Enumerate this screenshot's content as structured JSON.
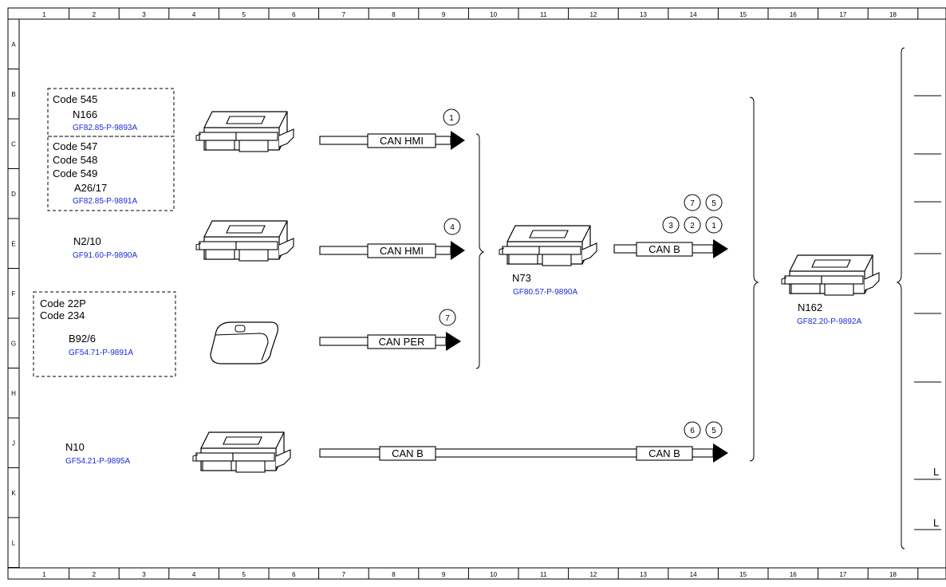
{
  "frame": {
    "columns": [
      "1",
      "2",
      "3",
      "4",
      "5",
      "6",
      "7",
      "8",
      "9",
      "10",
      "11",
      "12",
      "13",
      "14",
      "15",
      "16",
      "17",
      "18"
    ],
    "rows": [
      "A",
      "B",
      "C",
      "D",
      "E",
      "F",
      "G",
      "H",
      "J",
      "K",
      "L"
    ]
  },
  "colors": {
    "link": "#1a2bd6",
    "line": "#000000"
  },
  "groups": {
    "g1": {
      "codes": [
        "Code 545"
      ],
      "device": "N166",
      "ref": "GF82.85-P-9893A"
    },
    "g2": {
      "codes": [
        "Code 547",
        "Code 548",
        "Code 549"
      ],
      "device": "A26/17",
      "ref": "GF82.85-P-9891A"
    },
    "g3": {
      "codes": [
        "Code 22P",
        "Code 234"
      ],
      "device": "B92/6",
      "ref": "GF54.71-P-9891A"
    }
  },
  "devices": {
    "n2_10": {
      "name": "N2/10",
      "ref": "GF91.60-P-9890A"
    },
    "n10": {
      "name": "N10",
      "ref": "GF54.21-P-9895A"
    },
    "n73": {
      "name": "N73",
      "ref": "GF80.57-P-9890A"
    },
    "n162": {
      "name": "N162",
      "ref": "GF82.20-P-9892A"
    }
  },
  "buses": {
    "bus1": {
      "label": "CAN HMI",
      "markers": [
        "1"
      ]
    },
    "bus2": {
      "label": "CAN HMI",
      "markers": [
        "4"
      ]
    },
    "bus3": {
      "label": "CAN PER",
      "markers": [
        "7"
      ]
    },
    "bus4": {
      "label": "CAN B",
      "markers_top": [
        "7",
        "5"
      ],
      "markers_bottom": [
        "3",
        "2",
        "1"
      ]
    },
    "bus5": {
      "label_start": "CAN B",
      "label_end": "CAN B",
      "markers": [
        "6",
        "5"
      ]
    }
  },
  "right_edge_labels": [
    "L",
    "L"
  ]
}
